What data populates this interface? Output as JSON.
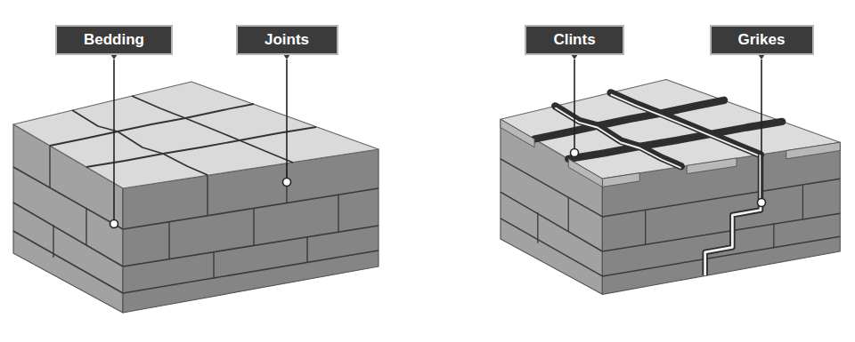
{
  "diagram": {
    "nodes": [
      {
        "text": [
          "Bedding"
        ]
      },
      {
        "text": [
          "Joints"
        ]
      },
      {
        "text": [
          "Clints"
        ]
      },
      {
        "text": [
          "Grikes"
        ]
      }
    ]
  }
}
